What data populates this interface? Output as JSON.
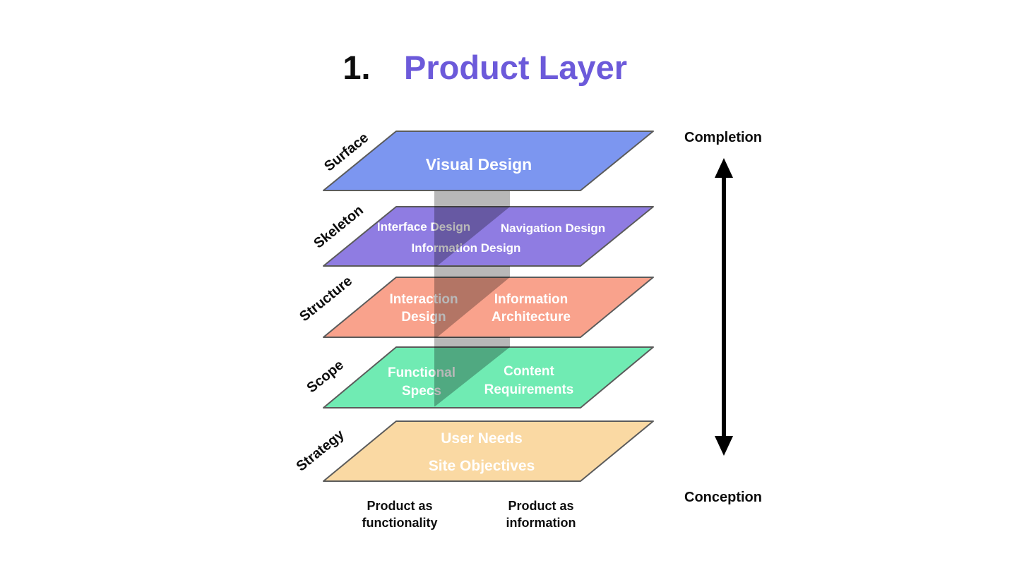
{
  "title": {
    "number": "1.",
    "label": "Product Layer"
  },
  "colors": {
    "title_number": "#0d0d0d",
    "title_accent": "#6c5ada",
    "outline": "#5b5b5b",
    "surface": "#7c96f0",
    "skeleton": "#8f7ce2",
    "structure": "#f9a28c",
    "scope": "#70ebb3",
    "strategy": "#fad9a3",
    "slab": "#000000",
    "layer_text": "#ffffff",
    "arrow": "#000000"
  },
  "layers": [
    {
      "plane": "Surface",
      "center": "Visual Design"
    },
    {
      "plane": "Skeleton",
      "left": "Interface Design",
      "right": "Navigation Design",
      "center": "Information Design"
    },
    {
      "plane": "Structure",
      "left": [
        "Interaction",
        "Design"
      ],
      "right": [
        "Information",
        "Architecture"
      ]
    },
    {
      "plane": "Scope",
      "left": [
        "Functional",
        "Specs"
      ],
      "right": [
        "Content",
        "Requirements"
      ]
    },
    {
      "plane": "Strategy",
      "line1": "User Needs",
      "line2": "Site Objectives"
    }
  ],
  "axis": {
    "top_label": "Completion",
    "bottom_label": "Conception"
  },
  "footer": {
    "left": [
      "Product as",
      "functionality"
    ],
    "right": [
      "Product as",
      "information"
    ]
  }
}
